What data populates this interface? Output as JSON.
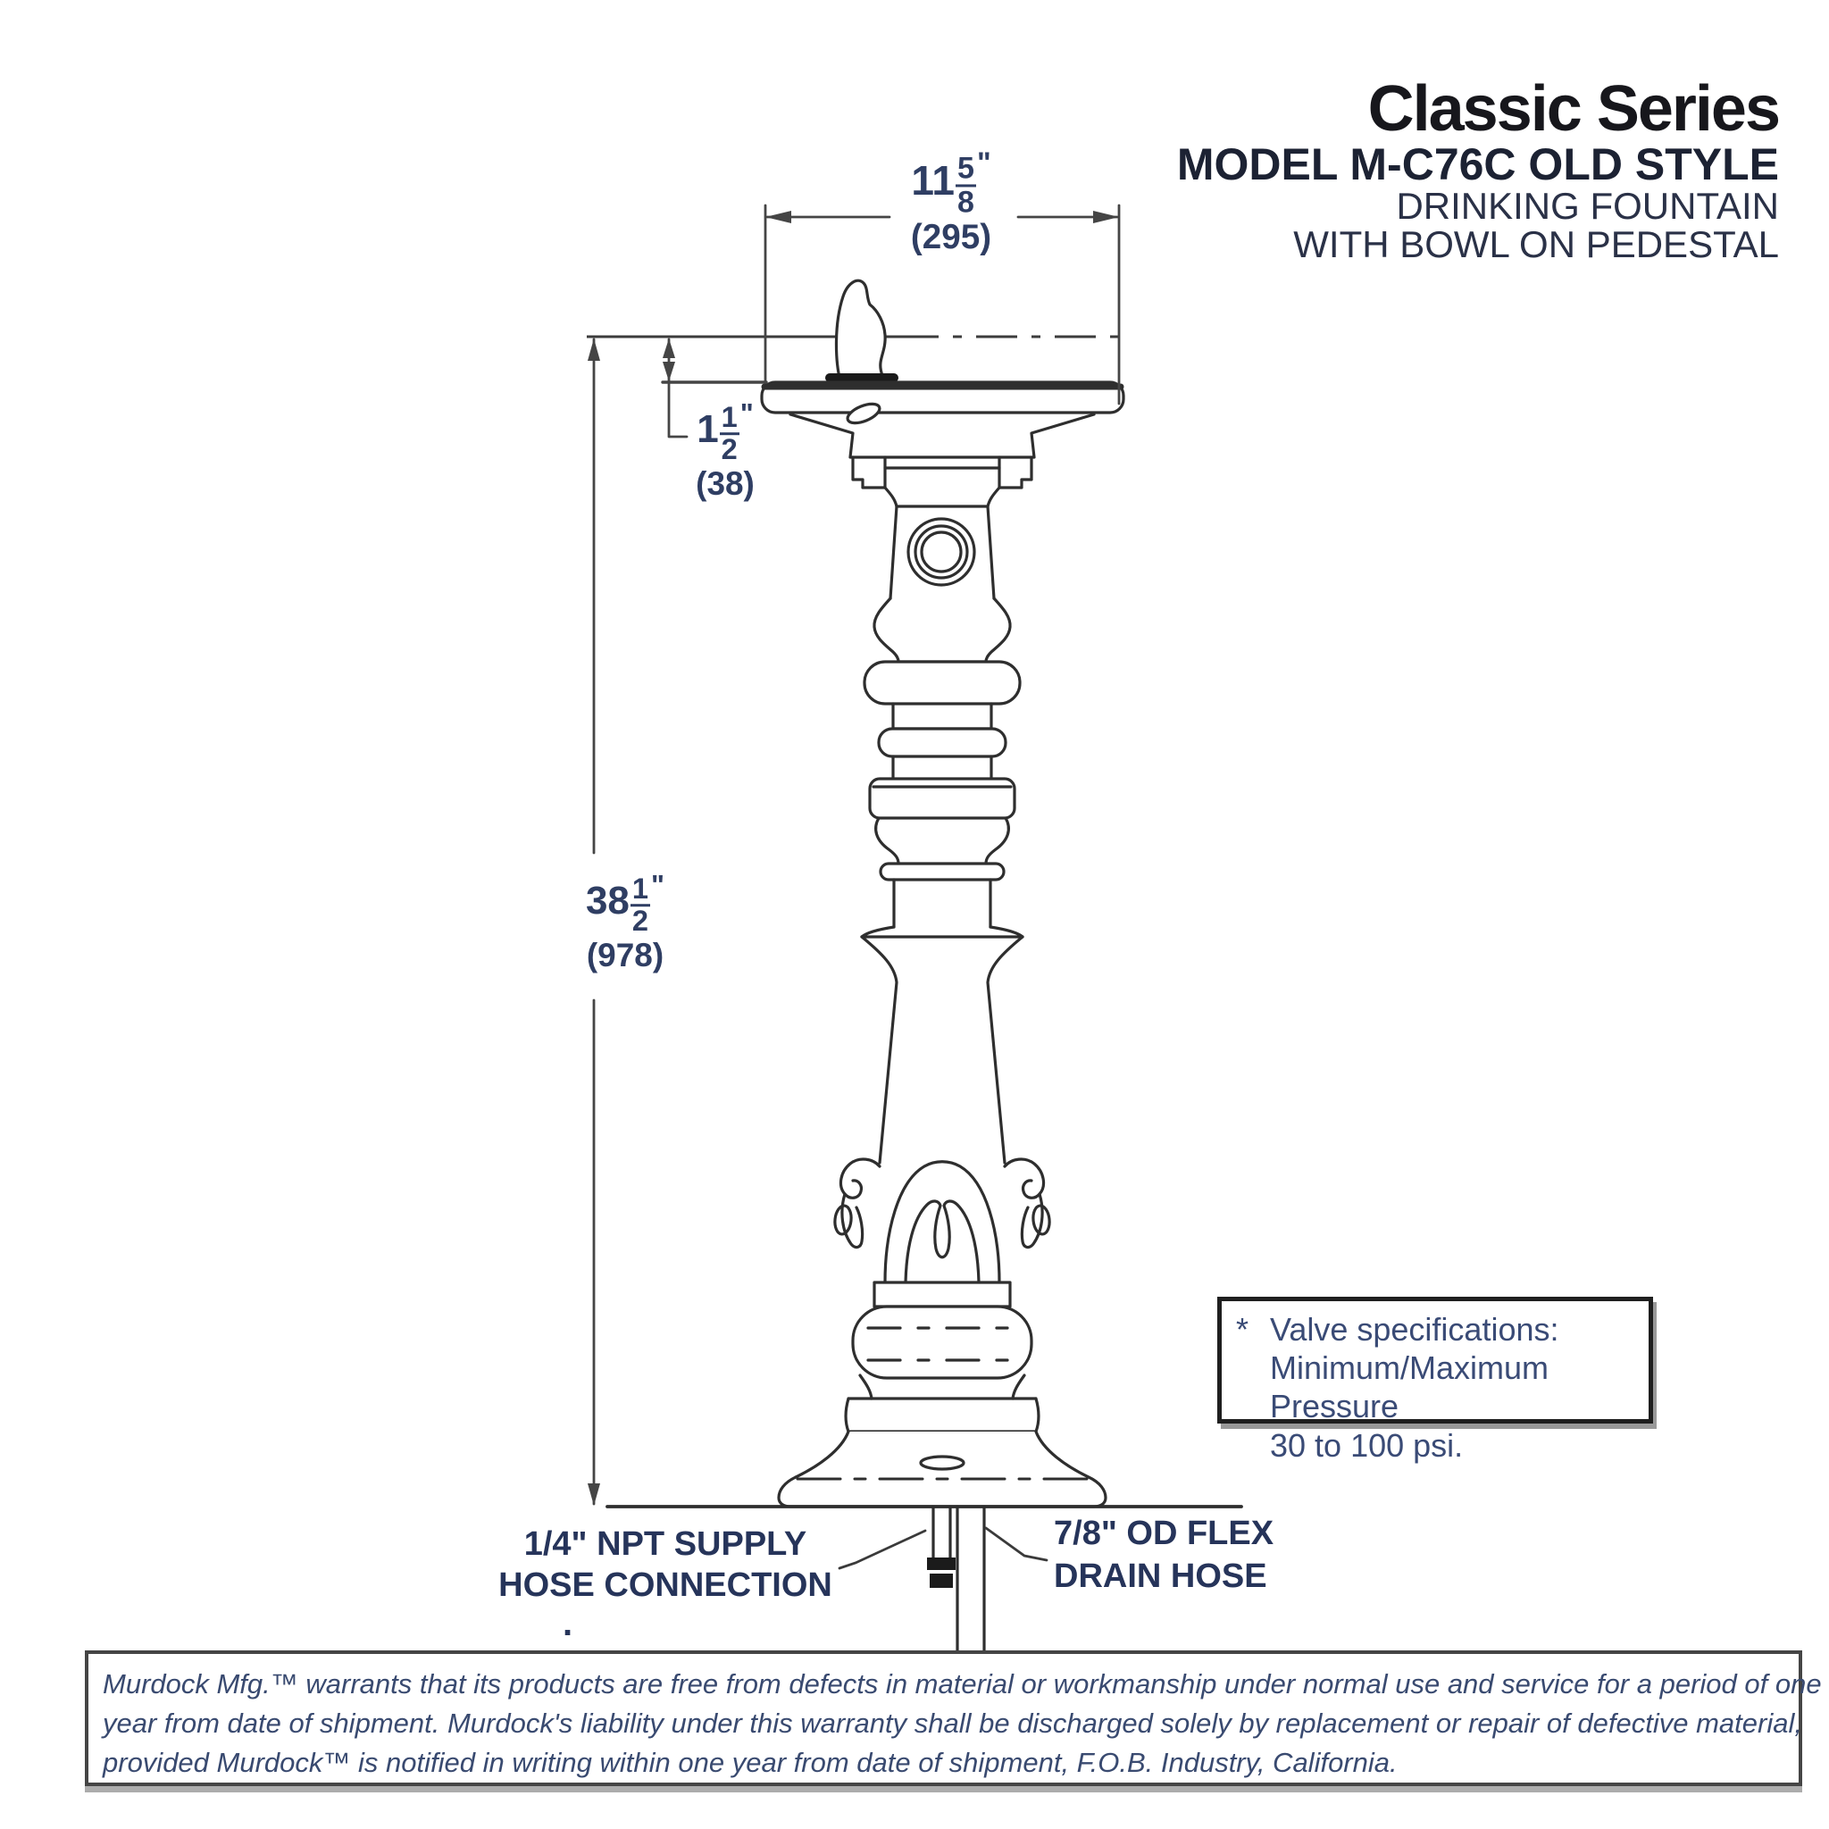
{
  "header": {
    "series_title": "Classic Series",
    "model_line": "MODEL M-C76C OLD STYLE",
    "subtitle_line1": "DRINKING FOUNTAIN",
    "subtitle_line2": "WITH BOWL ON PEDESTAL"
  },
  "dimensions": {
    "bowl_width": {
      "whole": "11",
      "num": "5",
      "den": "8",
      "unit": "\"",
      "mm": "(295)"
    },
    "rim_offset": {
      "whole": "1",
      "num": "1",
      "den": "2",
      "unit": "\"",
      "mm": "(38)"
    },
    "height": {
      "whole": "38",
      "num": "1",
      "den": "2",
      "unit": "\"",
      "mm": "(978)"
    }
  },
  "callouts": {
    "supply_line1": "1/4\" NPT SUPPLY",
    "supply_line2": "HOSE CONNECTION",
    "supply_footnote_mark": ".",
    "drain_line1": "7/8\" OD FLEX",
    "drain_line2": "DRAIN HOSE"
  },
  "valve_note": {
    "bullet": "*",
    "line1": "Valve specifications:",
    "line2": "Minimum/Maximum Pressure",
    "line3": "30 to 100 psi."
  },
  "warranty": {
    "line1": "Murdock Mfg.™ warrants that its products are free from defects in material or workmanship under normal use and service for a period of one",
    "line2": "year from date of shipment. Murdock's liability under this warranty shall be discharged solely by replacement or repair of defective material,",
    "line3": "provided Murdock™ is notified in writing within one year from date of shipment, F.O.B. Industry, California."
  },
  "colors": {
    "ink": "#17171c",
    "ink2": "#1c2233",
    "ink3": "#2a3147",
    "navy": "#2f3e63",
    "navy2": "#26345a",
    "navy3": "#3a4b76",
    "navy4": "#394a70",
    "line": "#2e2e2e",
    "dim_line": "#454545"
  }
}
